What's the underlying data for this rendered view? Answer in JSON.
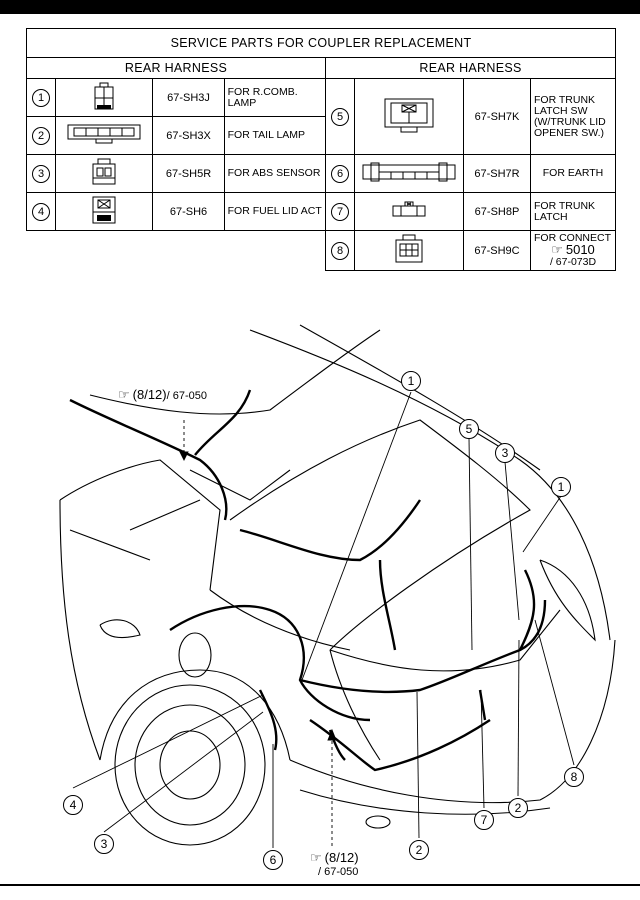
{
  "table": {
    "title": "SERVICE PARTS FOR COUPLER REPLACEMENT",
    "left_header": "REAR HARNESS",
    "right_header": "REAR  HARNESS",
    "left_rows": [
      {
        "no": "1",
        "code": "67-SH3J",
        "desc": "FOR R.COMB. LAMP"
      },
      {
        "no": "2",
        "code": "67-SH3X",
        "desc": "FOR TAIL LAMP"
      },
      {
        "no": "3",
        "code": "67-SH5R",
        "desc": "FOR ABS SENSOR"
      },
      {
        "no": "4",
        "code": "67-SH6",
        "desc": "FOR FUEL LID ACT"
      }
    ],
    "right_rows": [
      {
        "no": "5",
        "code": "67-SH7K",
        "desc": "FOR TRUNK LATCH SW (W/TRUNK LID OPENER SW.)"
      },
      {
        "no": "6",
        "code": "67-SH7R",
        "desc": "FOR EARTH"
      },
      {
        "no": "7",
        "code": "67-SH8P",
        "desc": "FOR TRUNK LATCH"
      },
      {
        "no": "8",
        "code": "67-SH9C",
        "desc": "FOR CONNECT",
        "ref_num": "5010",
        "ref_page": "/ 67-073D"
      }
    ]
  },
  "diagram": {
    "ref_top": {
      "main": "(8/12)",
      "sub": "/ 67-050"
    },
    "ref_bottom": {
      "main": "(8/12)",
      "sub": "/ 67-050"
    },
    "callouts": [
      "1",
      "5",
      "3",
      "1",
      "4",
      "3",
      "6",
      "2",
      "7",
      "2",
      "8"
    ]
  },
  "icons": {
    "reference": "pointing-hand-icon"
  }
}
